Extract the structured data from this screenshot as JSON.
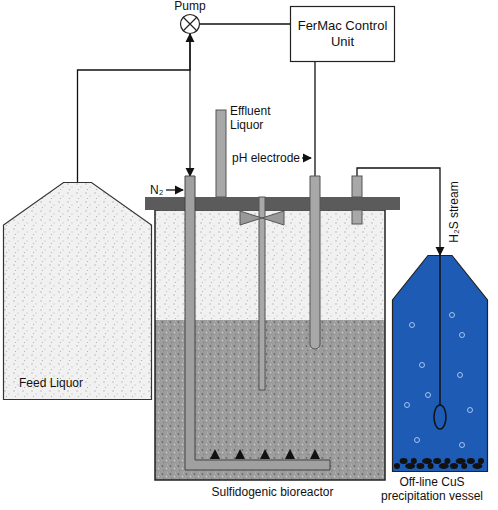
{
  "diagram": {
    "nodes": [
      {
        "text": [
          "Pump"
        ]
      },
      {
        "text": [
          "FerMac Control Unit"
        ]
      },
      {
        "text": [
          "Feed Liquor"
        ]
      },
      {
        "text": [
          "Sulfidogenic bioreactor"
        ]
      },
      {
        "text": [
          "Off-line CuS precipitation vessel"
        ]
      }
    ],
    "edges": [
      {
        "from": 0,
        "to": 1,
        "arrow": "none"
      },
      {
        "from": 2,
        "to": 0,
        "arrow": "to"
      },
      {
        "from": 0,
        "to": 3,
        "arrow": "to"
      },
      {
        "from": 1,
        "to": 3,
        "arrow": "none"
      },
      {
        "from": 3,
        "to": 4,
        "label": "H₂S stream",
        "arrow": "to"
      }
    ],
    "labels": [
      "Effluent Liquor",
      "N₂",
      "pH electrode"
    ]
  }
}
